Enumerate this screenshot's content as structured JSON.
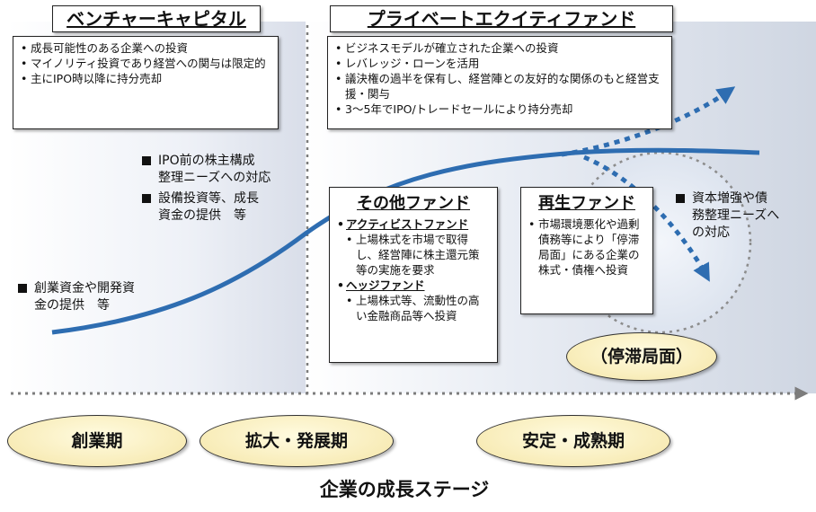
{
  "venture_capital": {
    "title": "ベンチャーキャピタル",
    "bullets": [
      "成長可能性のある企業への投資",
      "マイノリティ投資であり経営への関与は限定的",
      "主にIPO時以降に持分売却"
    ]
  },
  "private_equity": {
    "title": "プライベートエクイティファンド",
    "bullets": [
      "ビジネスモデルが確立された企業への投資",
      "レバレッジ・ローンを活用",
      "議決権の過半を保有し、経営陣との友好的な関係のもと経営支援・関与",
      "3～5年でIPO/トレードセールにより持分売却"
    ]
  },
  "other_funds": {
    "title": "その他ファンド",
    "activist": {
      "heading": "アクティビストファンド",
      "items": [
        "上場株式を市場で取得し、経営陣に株主還元策等の実施を要求"
      ]
    },
    "hedge": {
      "heading": "ヘッジファンド",
      "items": [
        "上場株式等、流動性の高い金融商品等へ投資"
      ]
    }
  },
  "revival_fund": {
    "title": "再生ファンド",
    "bullets": [
      "市場環境悪化や過剰債務等により「停滞局面」にある企業の株式・債権へ投資"
    ]
  },
  "needs": {
    "startup": [
      "創業資金や開発資",
      "金の提供　等"
    ],
    "ipo": [
      "IPO前の株主構成",
      "整理ニーズへの対応"
    ],
    "capex": [
      "設備投資等、成長",
      "資金の提供　等"
    ],
    "capital": [
      "資本増強や債",
      "務整理ニーズへ",
      "の対応"
    ]
  },
  "stagnation_label": "（停滞局面）",
  "stages": [
    "創業期",
    "拡大・発展期",
    "安定・成熟期"
  ],
  "axis_title": "企業の成長ステージ",
  "colors": {
    "curve": "#2e6db1",
    "frame": "#222222"
  }
}
